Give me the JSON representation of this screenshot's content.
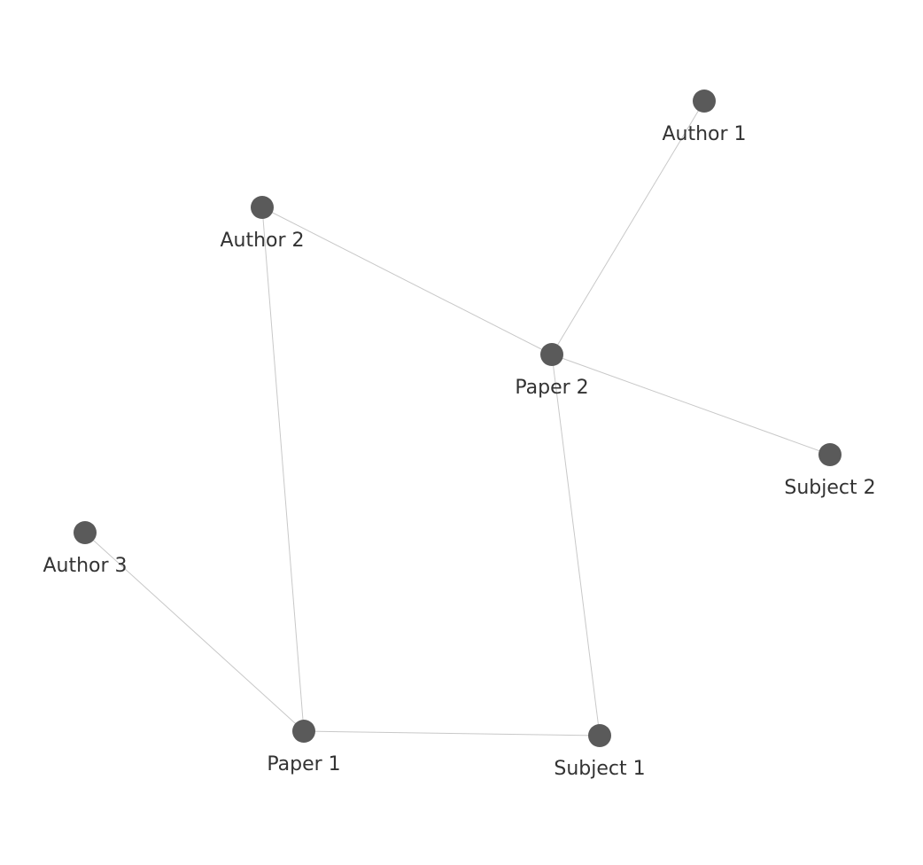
{
  "graph": {
    "colors": {
      "node": "#5a5a5a",
      "edge": "#c8c8c8",
      "label": "#333333",
      "background": "#ffffff"
    },
    "nodes": [
      {
        "id": "author1",
        "label": "Author 1"
      },
      {
        "id": "author2",
        "label": "Author 2"
      },
      {
        "id": "author3",
        "label": "Author 3"
      },
      {
        "id": "paper1",
        "label": "Paper 1"
      },
      {
        "id": "paper2",
        "label": "Paper 2"
      },
      {
        "id": "subject1",
        "label": "Subject 1"
      },
      {
        "id": "subject2",
        "label": "Subject 2"
      }
    ],
    "edges": [
      {
        "source": "author1",
        "target": "paper2"
      },
      {
        "source": "author2",
        "target": "paper2"
      },
      {
        "source": "author2",
        "target": "paper1"
      },
      {
        "source": "author3",
        "target": "paper1"
      },
      {
        "source": "paper2",
        "target": "subject2"
      },
      {
        "source": "paper2",
        "target": "subject1"
      },
      {
        "source": "paper1",
        "target": "subject1"
      }
    ]
  }
}
